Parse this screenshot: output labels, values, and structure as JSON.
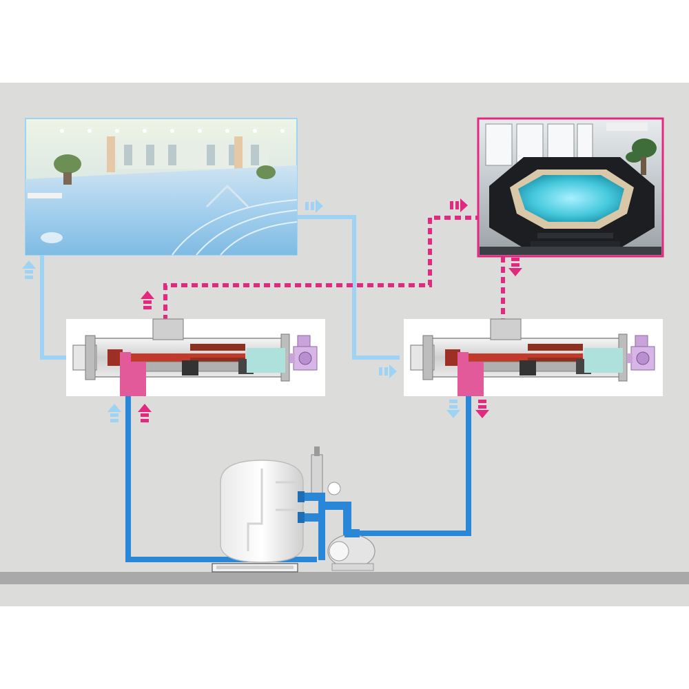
{
  "colors": {
    "background_wall": "#dcdcda",
    "floor": "#a9a9a9",
    "pool_water_line": "#9fd3f4",
    "spa_heating_line": "#e4287f",
    "main_circuit_line": "#2a86d6",
    "exchanger_body": "#d9d9d9",
    "exchanger_hot_core": "#c23a2c",
    "exchanger_spa_inlet": "#e25a9a",
    "valve_purple": "#c9a3da"
  },
  "icons": {
    "pool": "indoor-pool-photo",
    "spa": "octagonal-spa-photo",
    "exchanger": "heat-exchanger-cutaway",
    "filter": "sand-filter-tank",
    "pump": "circulation-pump",
    "flow_arrow": "double-arrow-glyph"
  }
}
